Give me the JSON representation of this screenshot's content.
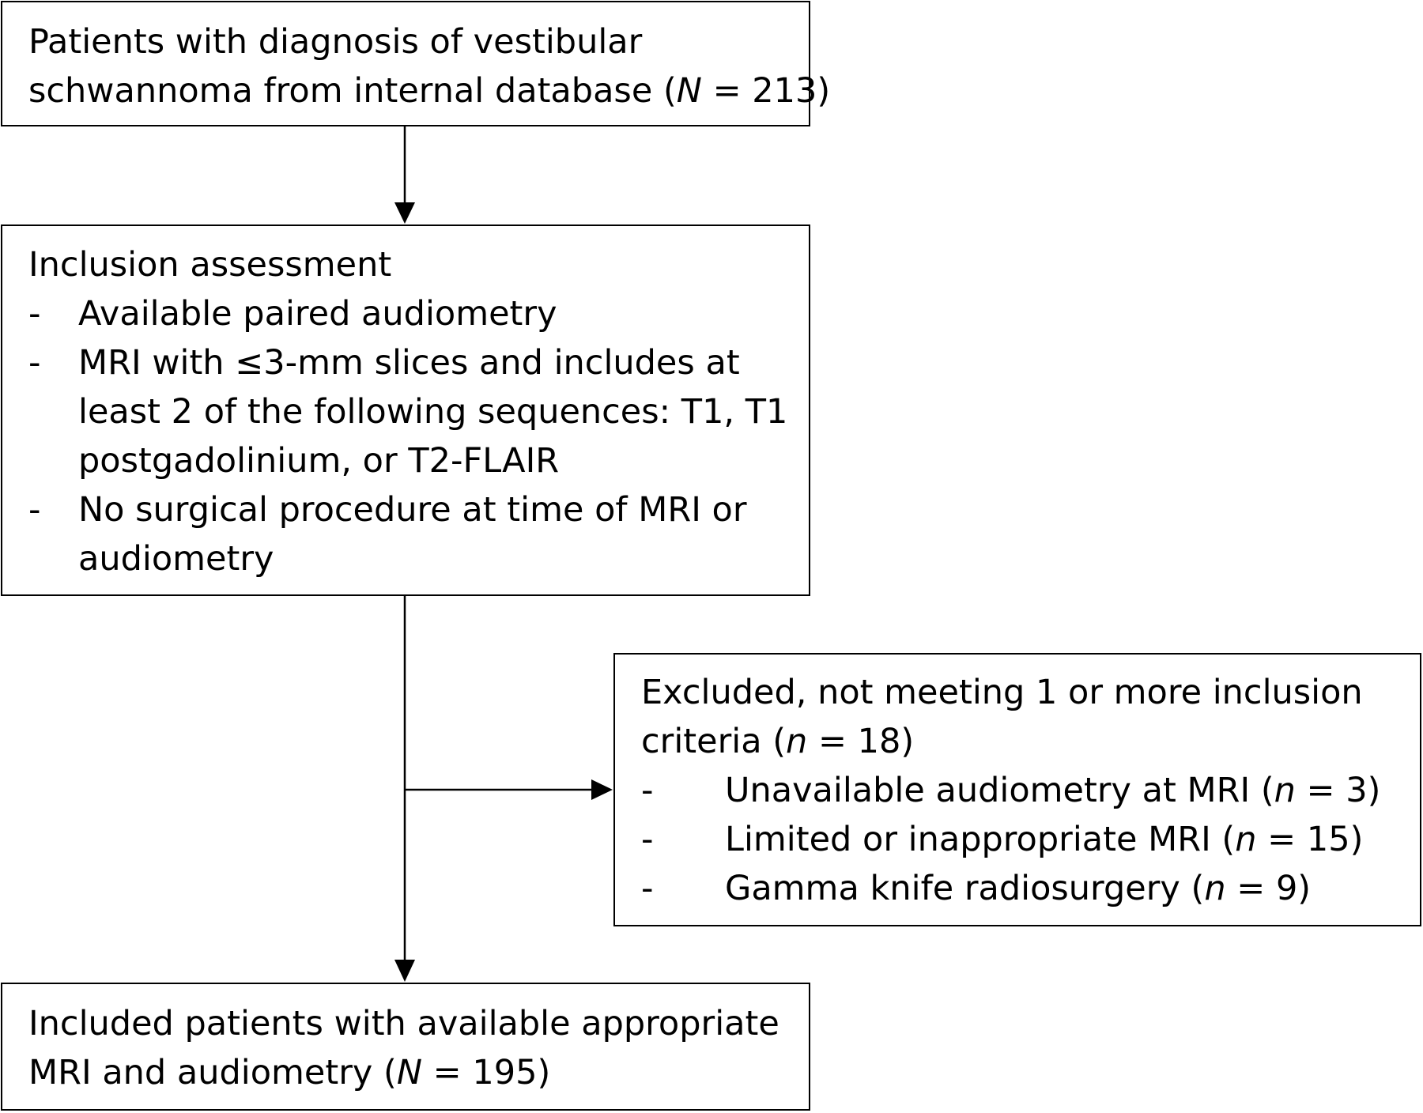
{
  "boxes": {
    "source": {
      "lines": [
        "Patients with diagnosis of vestibular",
        "schwannoma from internal database (N = 213)"
      ],
      "line2_pre": "schwannoma from internal database (",
      "line2_var": "N",
      "line2_post": " = 213)"
    },
    "inclusion": {
      "heading": "Inclusion assessment",
      "bullets": [
        {
          "marker": "-",
          "lines": [
            "Available paired audiometry"
          ]
        },
        {
          "marker": "-",
          "lines": [
            "MRI with ≤3-mm slices and includes at",
            "least 2 of the following sequences: T1, T1",
            "postgadolinium, or T2-FLAIR"
          ]
        },
        {
          "marker": "-",
          "lines": [
            "No surgical procedure at time of MRI or",
            "audiometry"
          ]
        }
      ]
    },
    "excluded": {
      "heading_line1": "Excluded, not meeting 1 or more inclusion",
      "heading_line2_pre": "criteria (",
      "heading_line2_var": "n",
      "heading_line2_post": " = 18)",
      "bullets": [
        {
          "marker": "-",
          "pre": "Unavailable audiometry at MRI (",
          "var": "n",
          "post": " = 3)"
        },
        {
          "marker": "-",
          "pre": "Limited or inappropriate MRI (",
          "var": "n",
          "post": " = 15)"
        },
        {
          "marker": "-",
          "pre": "Gamma knife radiosurgery (",
          "var": "n",
          "post": " = 9)"
        }
      ]
    },
    "included": {
      "line1": "Included patients with available appropriate",
      "line2_pre": "MRI and audiometry (",
      "line2_var": "N",
      "line2_post": " = 195)"
    }
  },
  "colors": {
    "stroke": "#000000",
    "background": "#ffffff"
  }
}
